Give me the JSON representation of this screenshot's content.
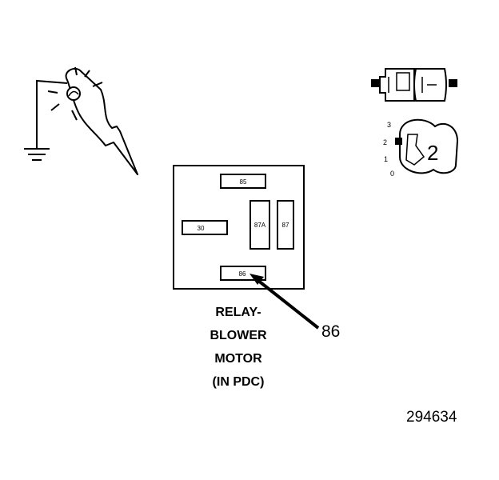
{
  "relay": {
    "pins": {
      "p85": "85",
      "p30": "30",
      "p87a": "87A",
      "p87": "87",
      "p86": "86"
    },
    "label_lines": [
      "RELAY-",
      "BLOWER",
      "MOTOR",
      "(IN PDC)"
    ]
  },
  "callout": {
    "label": "86"
  },
  "switch": {
    "positions": [
      "3",
      "2",
      "1",
      "0"
    ],
    "current": "2"
  },
  "figure_number": "294634"
}
